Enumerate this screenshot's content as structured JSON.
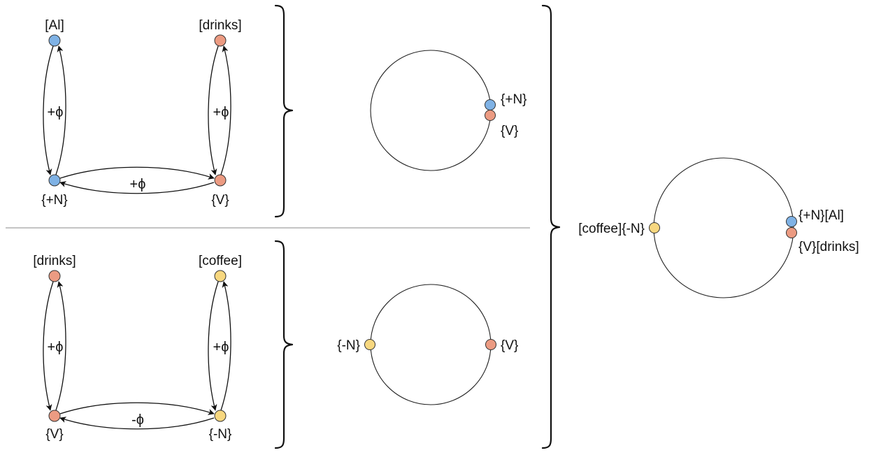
{
  "colors": {
    "blue": "#7fb2e5",
    "salmon": "#ec9b82",
    "yellow": "#f7d77f",
    "stroke": "#111111"
  },
  "top": {
    "graph": {
      "nodes": {
        "tl": {
          "label": "[Al]",
          "color": "blue"
        },
        "tr": {
          "label": "[drinks]",
          "color": "salmon"
        },
        "bl": {
          "label": "{+N}",
          "color": "blue"
        },
        "br": {
          "label": "{V}",
          "color": "salmon"
        }
      },
      "edges": {
        "left": "+ϕ",
        "right": "+ϕ",
        "bottom": "+ϕ"
      }
    },
    "circle": {
      "points": [
        {
          "label": "{+N}",
          "color": "blue"
        },
        {
          "label": "{V}",
          "color": "salmon"
        }
      ]
    }
  },
  "bottom": {
    "graph": {
      "nodes": {
        "tl": {
          "label": "[drinks]",
          "color": "salmon"
        },
        "tr": {
          "label": "[coffee]",
          "color": "yellow"
        },
        "bl": {
          "label": "{V}",
          "color": "salmon"
        },
        "br": {
          "label": "{-N}",
          "color": "yellow"
        }
      },
      "edges": {
        "left": "+ϕ",
        "right": "+ϕ",
        "bottom": "-ϕ"
      }
    },
    "circle": {
      "points": [
        {
          "label": "{-N}",
          "color": "yellow"
        },
        {
          "label": "{V}",
          "color": "salmon"
        }
      ]
    }
  },
  "combined": {
    "circle": {
      "points": [
        {
          "label": "[coffee]{-N}",
          "color": "yellow"
        },
        {
          "label": "{+N}[Al]",
          "color": "blue"
        },
        {
          "label": "{V}[drinks]",
          "color": "salmon"
        }
      ]
    }
  }
}
